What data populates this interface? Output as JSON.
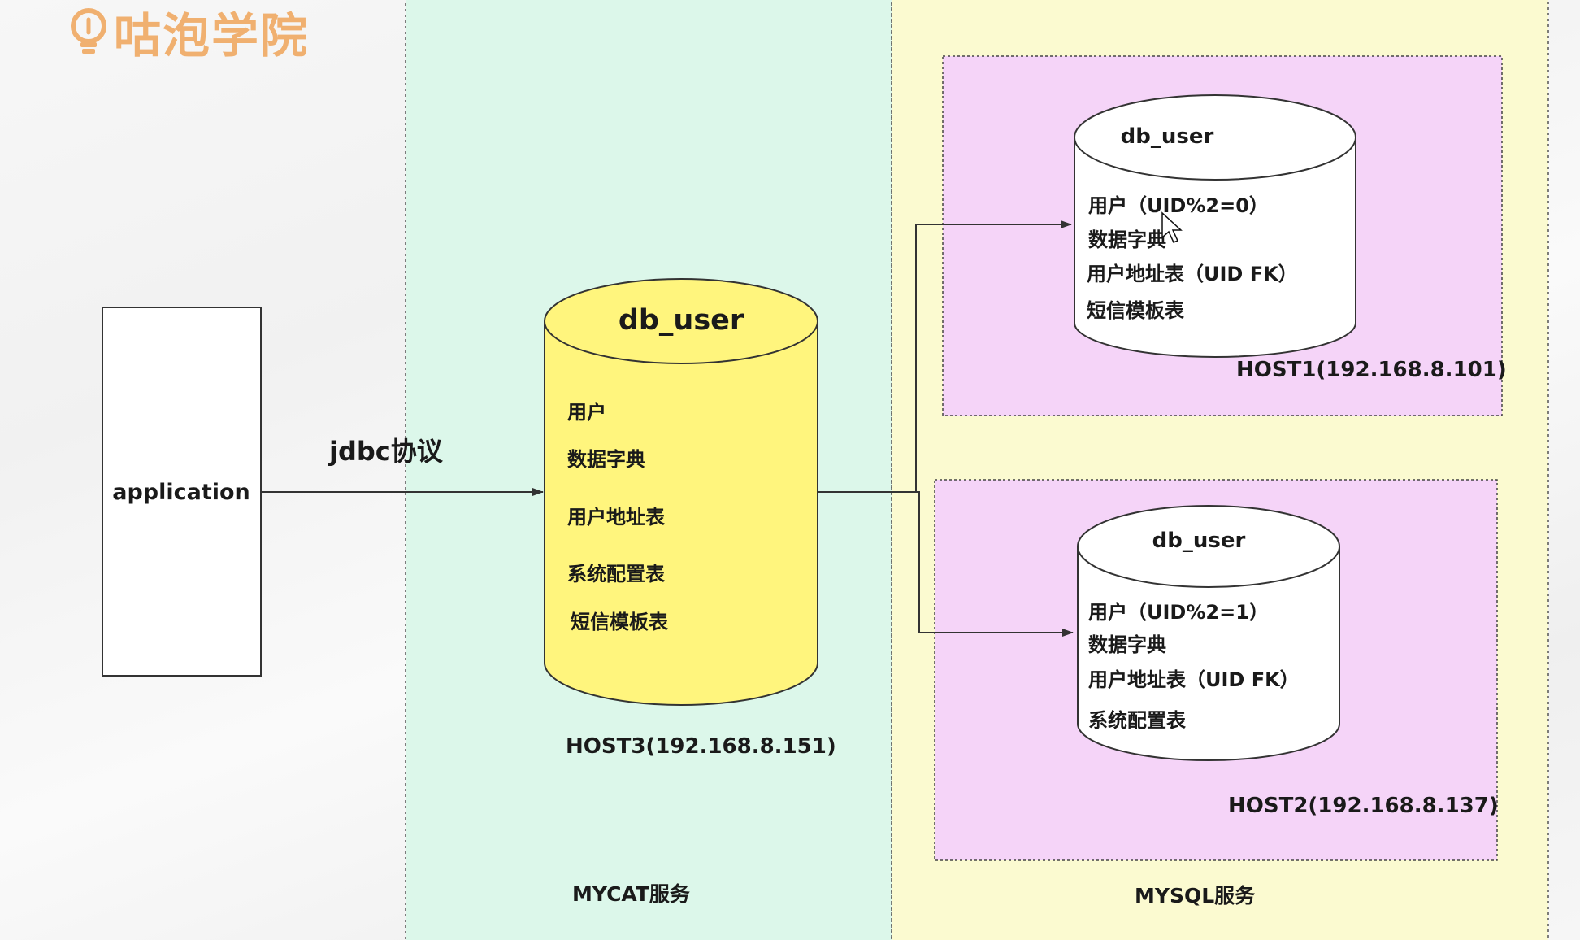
{
  "brand": {
    "logo_text": "咕泡学院",
    "color": "#f0b070"
  },
  "colors": {
    "mycat_zone": "#dcf7ea",
    "mysql_zone": "#fbfad0",
    "host_box": "#f5d4f8",
    "mycat_db": "#fff57d",
    "remote_db": "#ffffff",
    "line": "#333333"
  },
  "application": {
    "label": "application"
  },
  "protocol": {
    "label": "jdbc协议"
  },
  "mycat": {
    "zone_label": "MYCAT服务",
    "db": {
      "title": "db_user",
      "tables": [
        "用户",
        "数据字典",
        "用户地址表",
        "系统配置表",
        "短信模板表"
      ]
    },
    "host_label": "HOST3(192.168.8.151)"
  },
  "mysql": {
    "zone_label": "MYSQL服务",
    "host1": {
      "db_title": "db_user",
      "tables": [
        "用户（UID%2=0）",
        "数据字典",
        "用户地址表（UID FK）",
        "短信模板表"
      ],
      "host_label": "HOST1(192.168.8.101)"
    },
    "host2": {
      "db_title": "db_user",
      "tables": [
        "用户（UID%2=1）",
        "数据字典",
        "用户地址表（UID FK）",
        "系统配置表"
      ],
      "host_label": "HOST2(192.168.8.137)"
    }
  }
}
